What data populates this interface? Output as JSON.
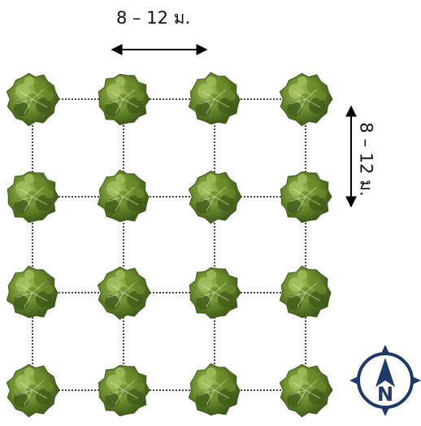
{
  "dimensions": {
    "horizontal_spacing_label": "8 – 12 ม.",
    "vertical_spacing_label": "8 – 12 ม."
  },
  "grid": {
    "rows": 4,
    "columns": 4
  },
  "compass": {
    "letter": "N",
    "icon": "north-arrow-compass-icon"
  },
  "colors": {
    "canopy_dark": "#3f5a1a",
    "canopy_mid": "#6b8a2b",
    "canopy_light": "#a7c160",
    "grid_line": "#444444",
    "compass_blue": "#1f3a68"
  }
}
